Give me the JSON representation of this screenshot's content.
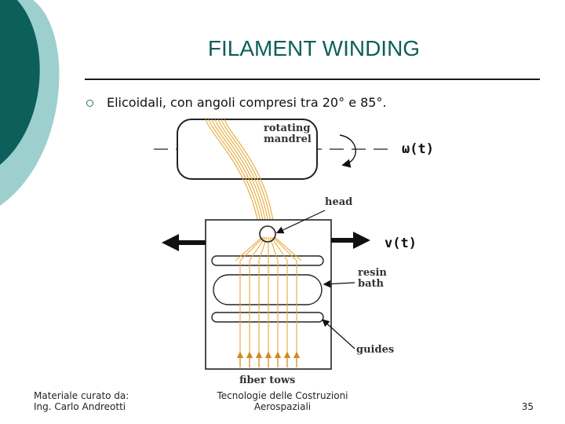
{
  "slide": {
    "title": "FILAMENT WINDING",
    "bullet": "Elicoidali, con angoli compresi tra 20° e 85°."
  },
  "diagram": {
    "label_mandrel_1": "rotating",
    "label_mandrel_2": "mandrel",
    "label_omega": "ω(t)",
    "label_head": "head",
    "label_velocity": "v(t)",
    "label_resin_1": "resin",
    "label_resin_2": "bath",
    "label_guides": "guides",
    "label_tows": "fiber tows"
  },
  "footer": {
    "left_line1": "Materiale curato da:",
    "left_line2": "Ing. Carlo Andreotti",
    "center_line1": "Tecnologie delle Costruzioni",
    "center_line2": "Aerospaziali",
    "page_number": "35"
  },
  "colors": {
    "accent_dark": "#0d5f5c",
    "accent_light": "#9ecfcf",
    "fiber": "#e7a83a"
  }
}
